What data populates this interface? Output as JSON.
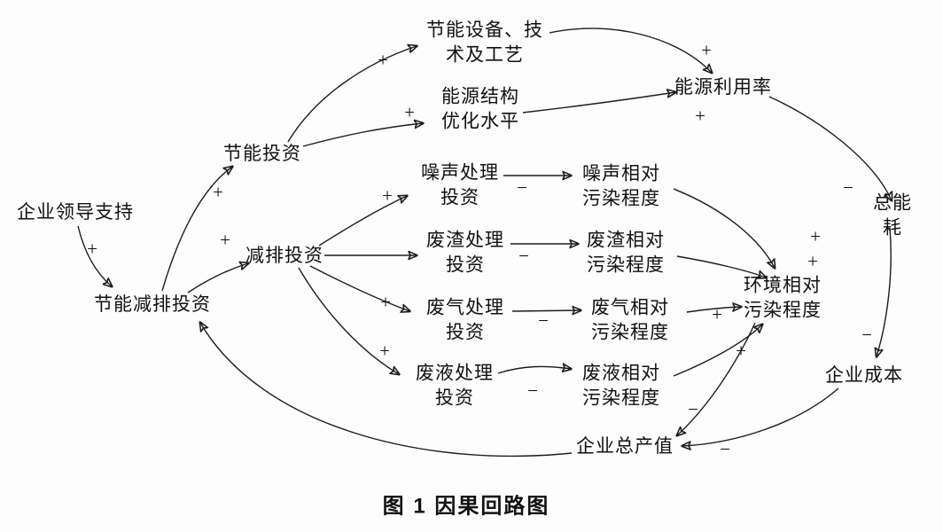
{
  "figure": {
    "caption": "图 1  因果回路图"
  },
  "nodes": {
    "leadership": {
      "label": "企业领导支持"
    },
    "invest": {
      "label": "节能减排投资"
    },
    "saving_invest": {
      "label": "节能投资"
    },
    "reduce_invest": {
      "label": "减排投资"
    },
    "equipment": {
      "label": "节能设备、技\n术及工艺"
    },
    "structure": {
      "label": "能源结构\n优化水平"
    },
    "utilization": {
      "label": "能源利用率"
    },
    "noise_invest": {
      "label": "噪声处理\n投资"
    },
    "noise_pollution": {
      "label": "噪声相对\n污染程度"
    },
    "residue_invest": {
      "label": "废渣处理\n投资"
    },
    "residue_pollution": {
      "label": "废渣相对\n污染程度"
    },
    "gas_invest": {
      "label": "废气处理\n投资"
    },
    "gas_pollution": {
      "label": "废气相对\n污染程度"
    },
    "liquid_invest": {
      "label": "废液处理\n投资"
    },
    "liquid_pollution": {
      "label": "废液相对\n污染程度"
    },
    "env_pollution": {
      "label": "环境相对\n污染程度"
    },
    "total_energy": {
      "label": "总能耗"
    },
    "cost": {
      "label": "企业成本"
    },
    "output": {
      "label": "企业总产值"
    }
  },
  "edges": {
    "leadership_to_invest": {
      "sign": "+"
    },
    "invest_to_saving": {
      "sign": "+"
    },
    "invest_to_reduce": {
      "sign": "+"
    },
    "saving_to_equipment": {
      "sign": "+"
    },
    "saving_to_structure": {
      "sign": "+"
    },
    "equipment_to_utilization": {
      "sign": "+"
    },
    "structure_to_utilization": {
      "sign": "+"
    },
    "utilization_to_energy": {
      "sign": "−"
    },
    "energy_to_cost": {
      "sign": "−"
    },
    "reduce_to_noise": {
      "sign": "+"
    },
    "noise_invest_to_pollution": {
      "sign": "−"
    },
    "residue_invest_to_pollution": {
      "sign": "−"
    },
    "reduce_to_gas": {
      "sign": "+"
    },
    "gas_invest_to_pollution": {
      "sign": "−"
    },
    "reduce_to_liquid": {
      "sign": "+"
    },
    "liquid_invest_to_pollution": {
      "sign": "−"
    },
    "noise_to_env": {
      "sign": "+"
    },
    "residue_to_env": {
      "sign": "+"
    },
    "gas_to_env": {
      "sign": "+"
    },
    "liquid_to_env": {
      "sign": "+"
    },
    "env_to_output": {
      "sign": "−"
    },
    "cost_to_output": {
      "sign": "−"
    }
  }
}
